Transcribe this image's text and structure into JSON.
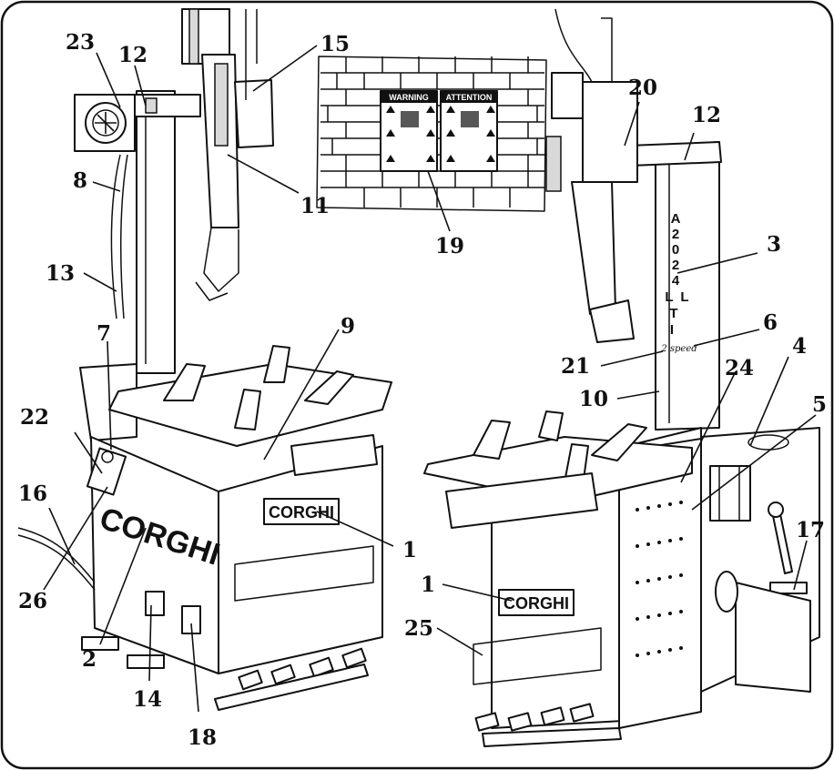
{
  "callouts": [
    {
      "id": "23",
      "label": "23"
    },
    {
      "id": "12a",
      "label": "12"
    },
    {
      "id": "15",
      "label": "15"
    },
    {
      "id": "8",
      "label": "8"
    },
    {
      "id": "11",
      "label": "11"
    },
    {
      "id": "13",
      "label": "13"
    },
    {
      "id": "7",
      "label": "7"
    },
    {
      "id": "9",
      "label": "9"
    },
    {
      "id": "22",
      "label": "22"
    },
    {
      "id": "16",
      "label": "16"
    },
    {
      "id": "26",
      "label": "26"
    },
    {
      "id": "2",
      "label": "2"
    },
    {
      "id": "14",
      "label": "14"
    },
    {
      "id": "18",
      "label": "18"
    },
    {
      "id": "1a",
      "label": "1"
    },
    {
      "id": "19",
      "label": "19"
    },
    {
      "id": "20",
      "label": "20"
    },
    {
      "id": "12b",
      "label": "12"
    },
    {
      "id": "3",
      "label": "3"
    },
    {
      "id": "6",
      "label": "6"
    },
    {
      "id": "21",
      "label": "21"
    },
    {
      "id": "10",
      "label": "10"
    },
    {
      "id": "24",
      "label": "24"
    },
    {
      "id": "4",
      "label": "4"
    },
    {
      "id": "5",
      "label": "5"
    },
    {
      "id": "17",
      "label": "17"
    },
    {
      "id": "1b",
      "label": "1"
    },
    {
      "id": "25",
      "label": "25"
    }
  ],
  "signs": {
    "warning": "WARNING",
    "attention": "ATTENTION"
  },
  "brand": {
    "left_panel": "CORGHI",
    "left_side": "CORGHI",
    "right_panel": "CORGHI"
  },
  "model": {
    "letters": [
      "A",
      "2",
      "0",
      "2",
      "4",
      "L",
      "T",
      "I"
    ],
    "second_l": "L",
    "speed": "2 speed"
  }
}
